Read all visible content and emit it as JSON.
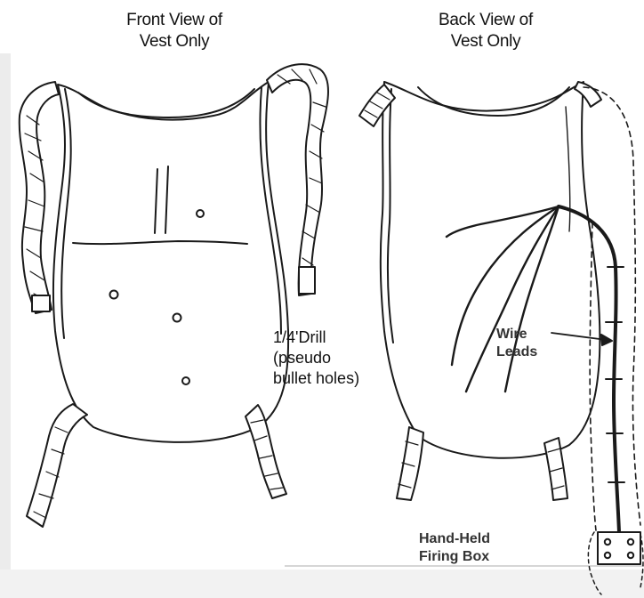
{
  "front_view": {
    "title_line1": "Front View of",
    "title_line2": "Vest Only"
  },
  "back_view": {
    "title_line1": "Back View of",
    "title_line2": "Vest Only"
  },
  "drill_note": {
    "line1": "1/4'Drill",
    "line2": "(pseudo",
    "line3": "bullet holes)"
  },
  "wire_label": {
    "line1": "Wire",
    "line2": "Leads"
  },
  "firing_box_label": {
    "line1": "Hand-Held",
    "line2": "Firing Box"
  },
  "colors": {
    "ink": "#1a1a1a",
    "paper_shadow": "#e6e6e6",
    "background": "#ffffff"
  }
}
